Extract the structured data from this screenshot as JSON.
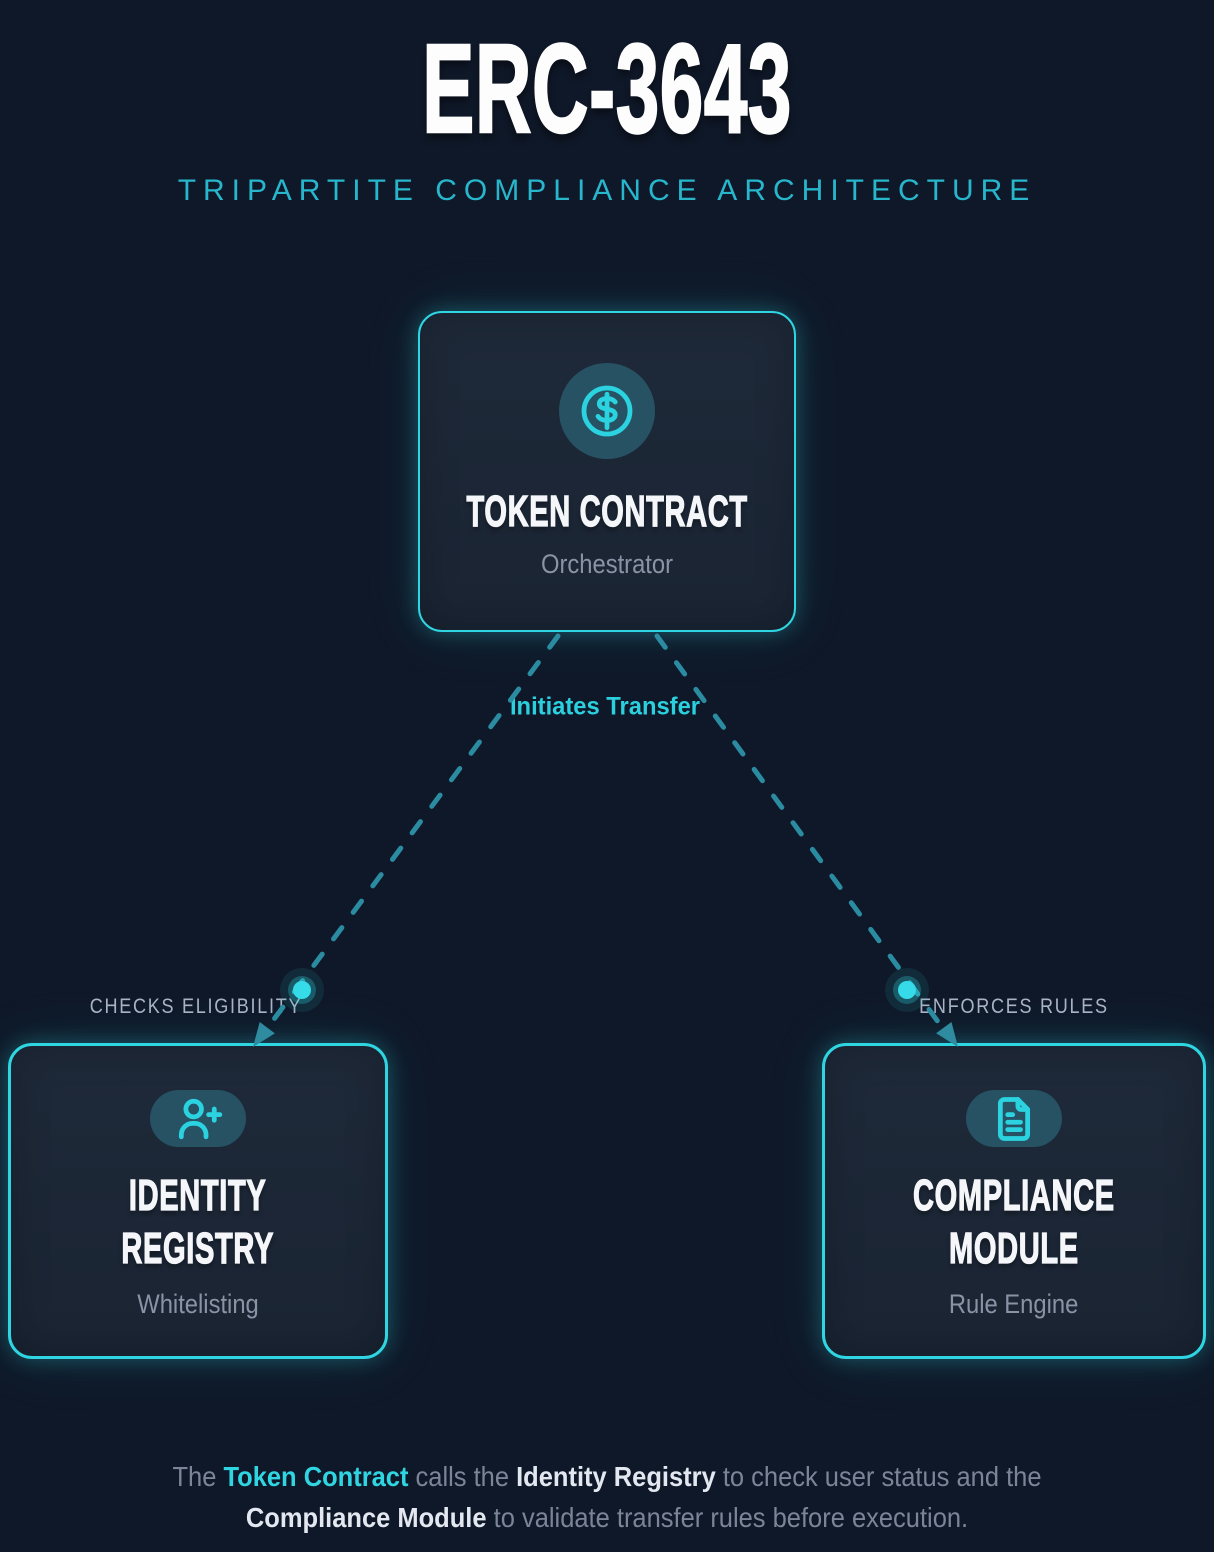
{
  "header": {
    "title": "ERC-3643",
    "subtitle": "TRIPARTITE COMPLIANCE ARCHITECTURE"
  },
  "diagram": {
    "token_contract": {
      "title_lines": [
        "TOKEN CONTRACT"
      ],
      "subtitle": "Orchestrator",
      "icon": "dollar-circle-icon"
    },
    "identity_registry": {
      "title_lines": [
        "IDENTITY",
        "REGISTRY"
      ],
      "subtitle": "Whitelisting",
      "icon": "user-plus-icon"
    },
    "compliance_module": {
      "title_lines": [
        "COMPLIANCE",
        "MODULE"
      ],
      "subtitle": "Rule Engine",
      "icon": "file-text-icon"
    },
    "edge_labels": {
      "initiates": "Initiates Transfer",
      "checks": "CHECKS ELIGIBILITY",
      "enforces": "ENFORCES RULES"
    }
  },
  "footer": {
    "lines": [
      [
        {
          "text": "The ",
          "style": "muted"
        },
        {
          "text": "Token Contract",
          "style": "accent"
        },
        {
          "text": " calls the ",
          "style": "muted"
        },
        {
          "text": "Identity Registry",
          "style": "bright"
        },
        {
          "text": " to check user status and the",
          "style": "muted"
        }
      ],
      [
        {
          "text": "Compliance Module",
          "style": "bright"
        },
        {
          "text": " to validate transfer rules before execution.",
          "style": "muted"
        }
      ]
    ]
  },
  "colors": {
    "background": "#0f1828",
    "accent": "#2fd6e2",
    "accent_dim": "#2a8ba1",
    "box_background": "#1d2737",
    "icon_badge_background": "#265264",
    "muted_text": "#8a93a6",
    "edge_label_text": "#a9b3c6",
    "footer_text": "#7c8598"
  }
}
